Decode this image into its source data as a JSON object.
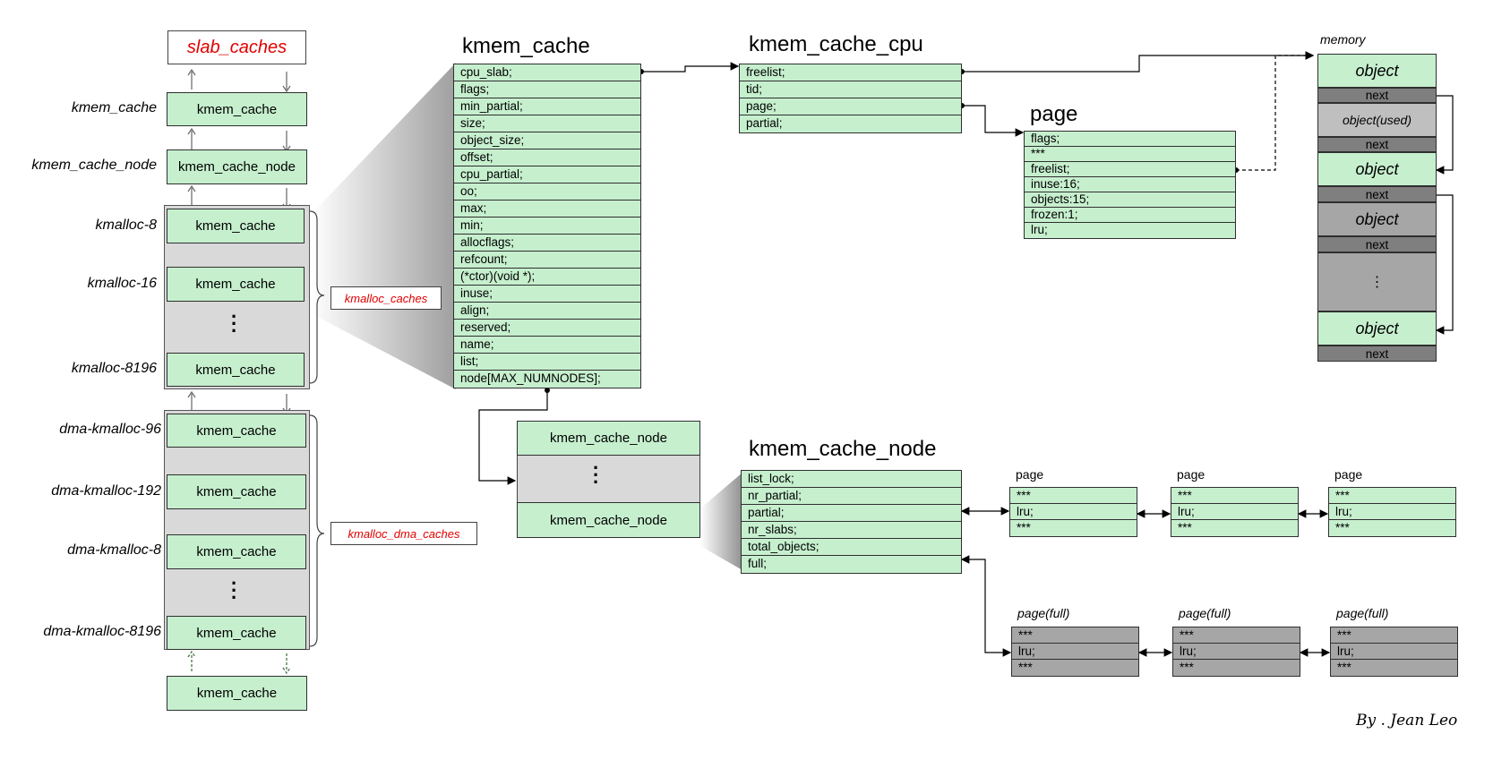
{
  "slab_caches_label": "slab_caches",
  "kmem_cache_box_label": "kmem_cache",
  "kmem_cache_node_box_label": "kmem_cache_node",
  "left_labels": {
    "kmem_cache": "kmem_cache",
    "kmem_cache_node": "kmem_cache_node",
    "kmalloc_8": "kmalloc-8",
    "kmalloc_16": "kmalloc-16",
    "kmalloc_8196": "kmalloc-8196",
    "dma_kmalloc_96": "dma-kmalloc-96",
    "dma_kmalloc_192": "dma-kmalloc-192",
    "dma_kmalloc_8": "dma-kmalloc-8",
    "dma_kmalloc_8196": "dma-kmalloc-8196"
  },
  "callouts": {
    "kmalloc_caches": "kmalloc_caches",
    "kmalloc_dma_caches": "kmalloc_dma_caches"
  },
  "kmem_cache_struct": {
    "title": "kmem_cache",
    "fields": [
      "cpu_slab;",
      "flags;",
      "min_partial;",
      "size;",
      "object_size;",
      "offset;",
      "cpu_partial;",
      "oo;",
      "max;",
      "min;",
      "allocflags;",
      "refcount;",
      "(*ctor)(void *);",
      "inuse;",
      "align;",
      "reserved;",
      "name;",
      "list;",
      "node[MAX_NUMNODES];"
    ]
  },
  "kmem_cache_cpu_struct": {
    "title": "kmem_cache_cpu",
    "fields": [
      "freelist;",
      "tid;",
      "page;",
      "partial;"
    ]
  },
  "page_struct": {
    "title": "page",
    "fields": [
      "flags;",
      "***",
      "freelist;",
      "inuse:16;",
      "objects:15;",
      "frozen:1;",
      "lru;"
    ]
  },
  "kmem_cache_node_struct": {
    "title": "kmem_cache_node",
    "fields": [
      "list_lock;",
      "nr_partial;",
      "partial;",
      "nr_slabs;",
      "total_objects;",
      "full;"
    ]
  },
  "partial_pages": {
    "label": "page",
    "fields": [
      "***",
      "lru;",
      "***"
    ]
  },
  "full_pages": {
    "label": "page(full)",
    "fields": [
      "***",
      "lru;",
      "***"
    ]
  },
  "memory": {
    "label": "memory",
    "object": "object",
    "object_used": "object(used)",
    "next": "next",
    "dots": "⋮"
  },
  "author": "By . Jean Leo"
}
